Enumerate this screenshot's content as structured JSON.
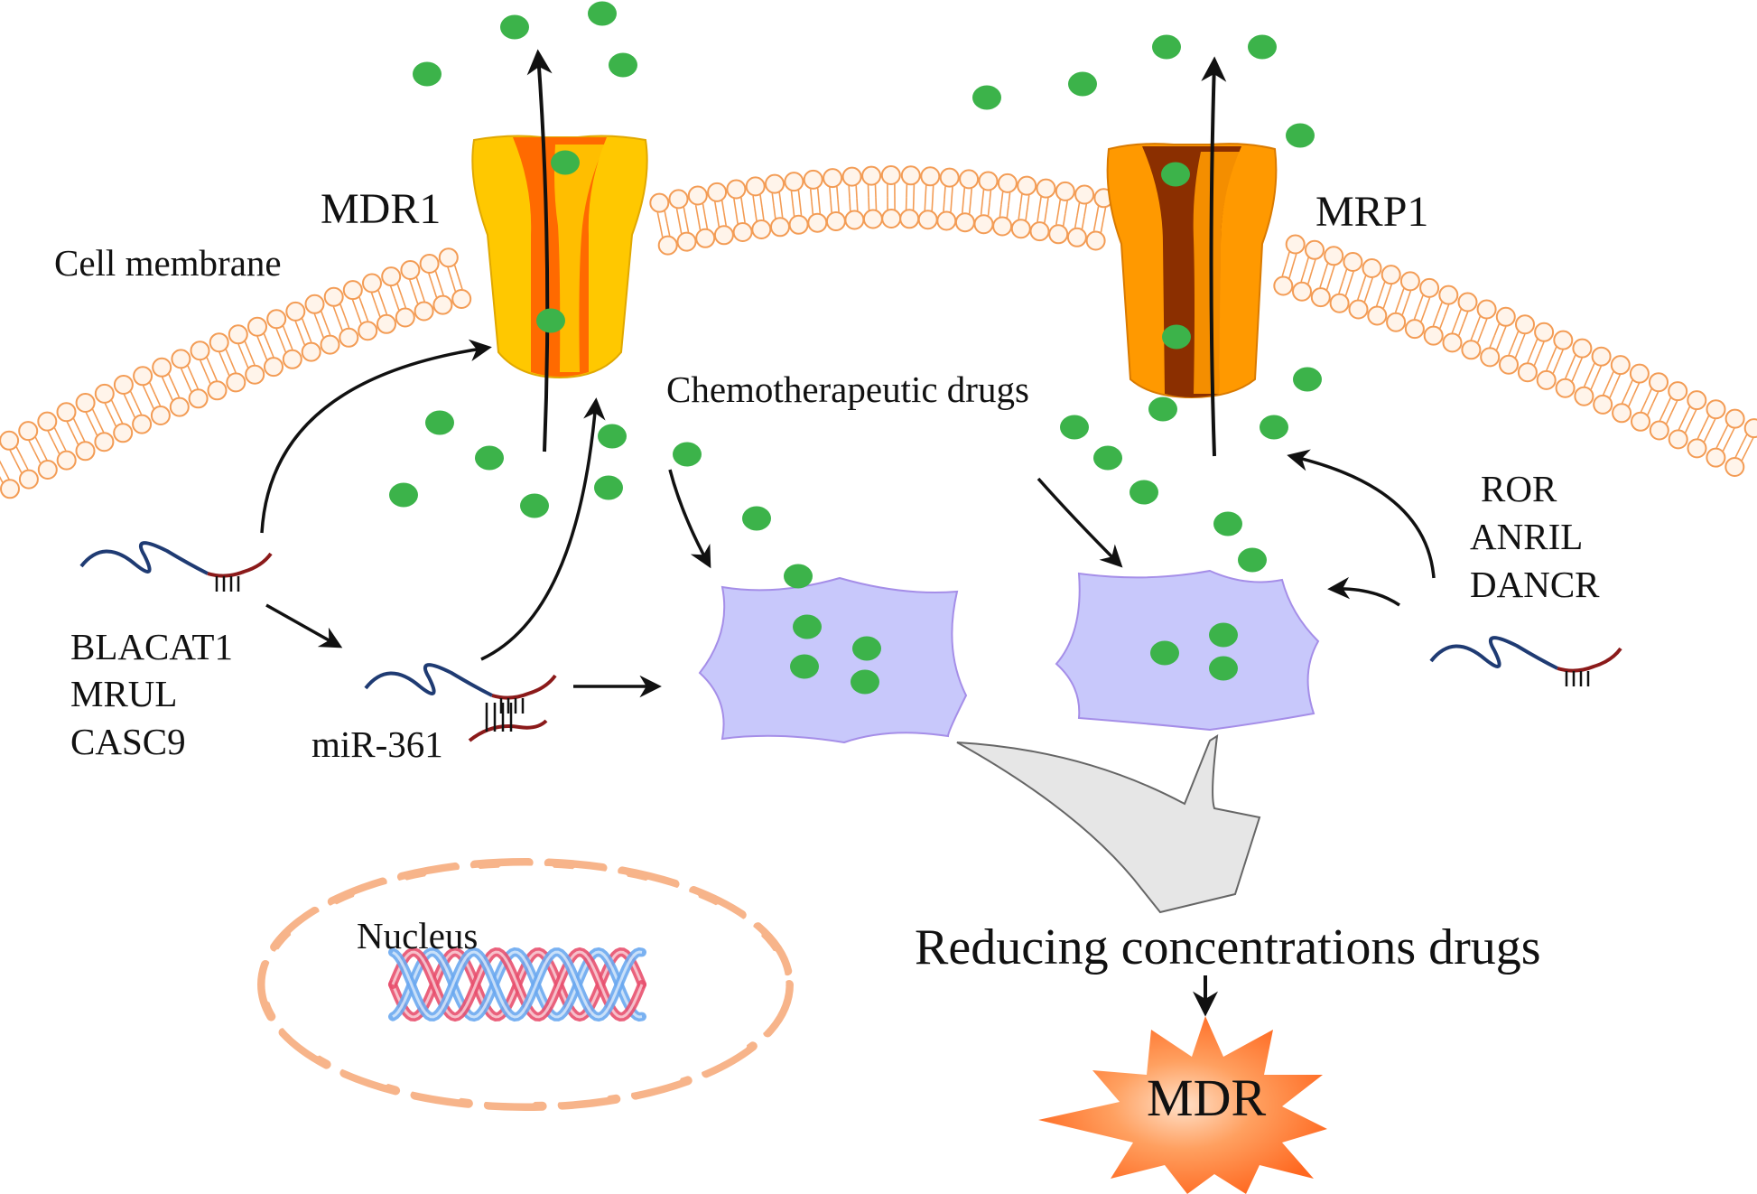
{
  "labels": {
    "mdr1": "MDR1",
    "mrp1": "MRP1",
    "cell_membrane": "Cell membrane",
    "chemo_drugs": "Chemotherapeutic drugs",
    "lnc_left": [
      "BLACAT1",
      "MRUL",
      "CASC9"
    ],
    "mirna": "miR-361",
    "lnc_right": [
      "ROR",
      "ANRIL",
      "DANCR"
    ],
    "nucleus": "Nucleus",
    "reducing": "Reducing concentrations drugs",
    "mdr": "MDR"
  },
  "colors": {
    "drug": "#3cb34a",
    "membrane": "#f39c55",
    "mdr1_outer": "#ffcc00",
    "mdr1_inner": "#ff6a00",
    "mrp1_outer": "#ff9900",
    "mrp1_inner": "#8b2f00",
    "lysosome": "#c8c8fb",
    "rna_blue": "#1f3b73",
    "rna_red": "#8b1a1a",
    "dna_red": "#e8506e",
    "dna_blue": "#6aa8ef",
    "burst": "#ff7a30"
  }
}
